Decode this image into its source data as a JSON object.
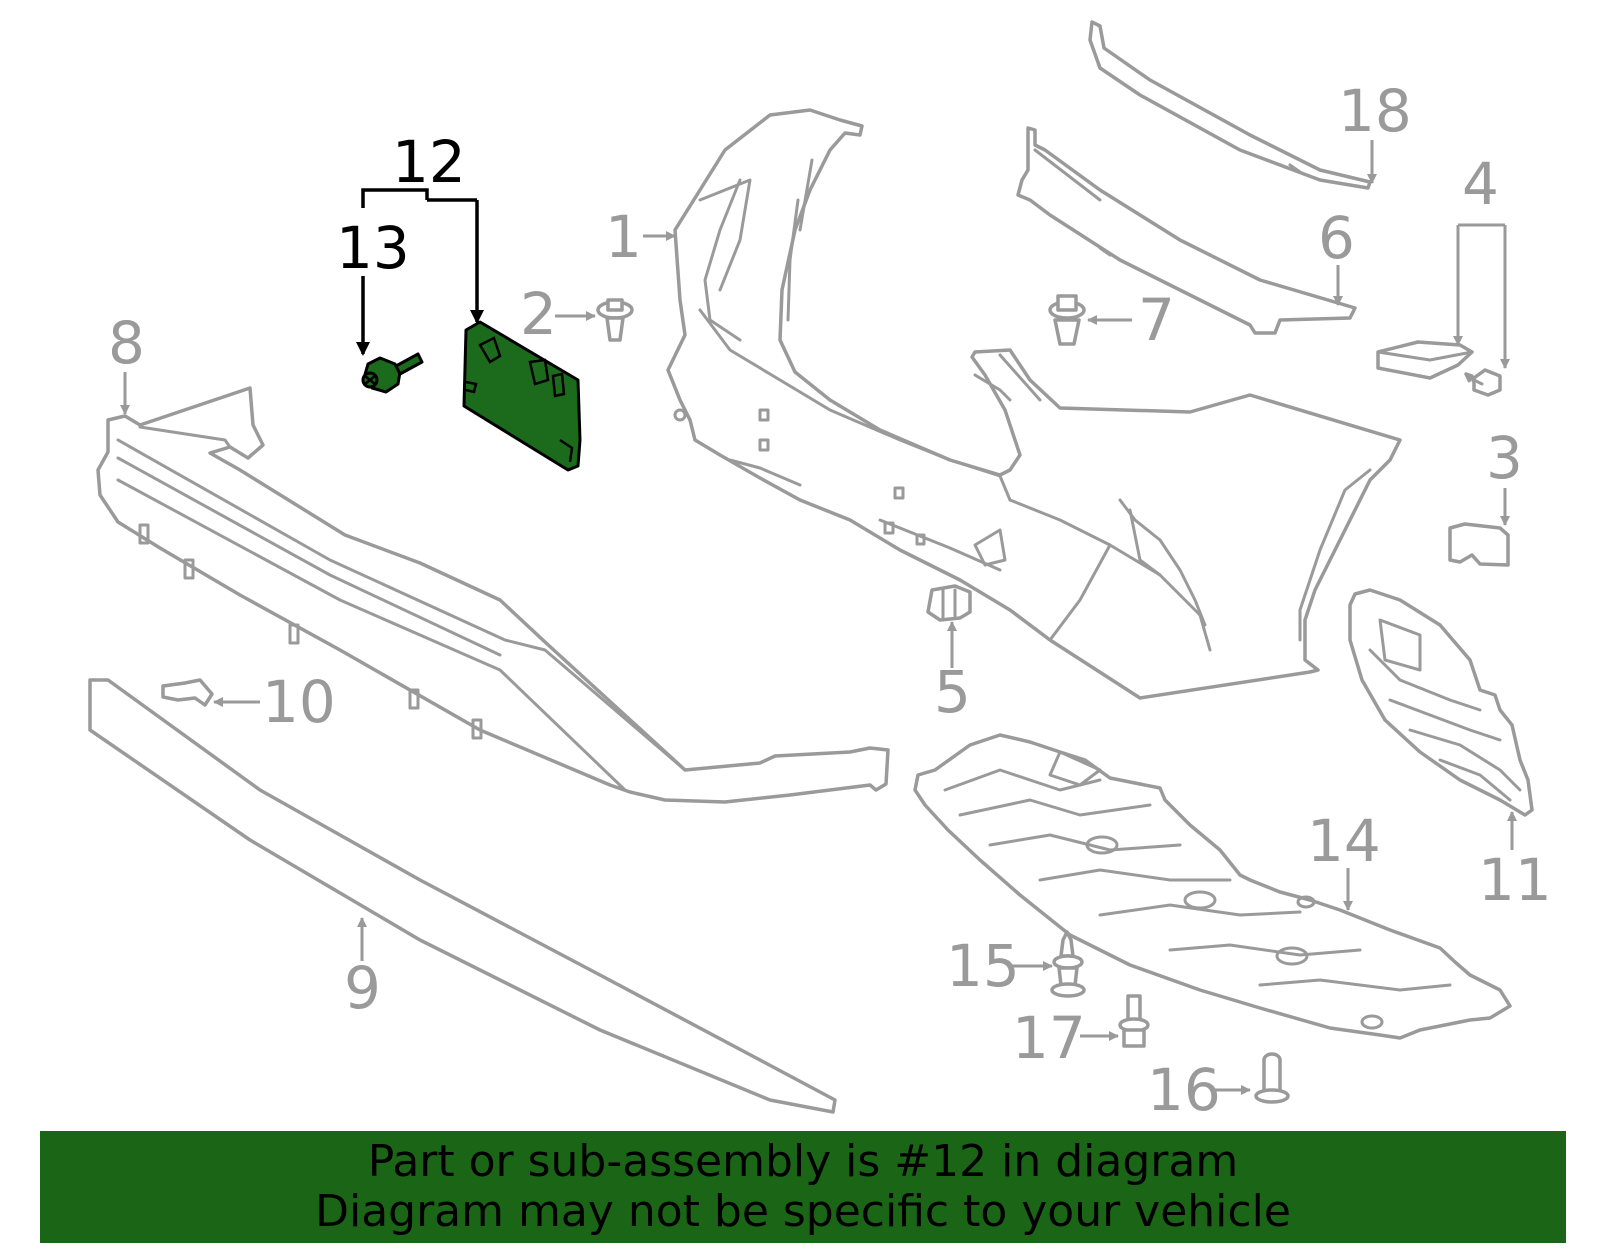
{
  "colors": {
    "highlight": "#1c6b1c",
    "footer_bg": "#1b6616",
    "part_outline": "#9a9a9a"
  },
  "callouts": {
    "c1": "1",
    "c2": "2",
    "c3": "3",
    "c4": "4",
    "c5": "5",
    "c6": "6",
    "c7": "7",
    "c8": "8",
    "c9": "9",
    "c10": "10",
    "c11": "11",
    "c12": "12",
    "c13": "13",
    "c14": "14",
    "c15": "15",
    "c16": "16",
    "c17": "17",
    "c18": "18"
  },
  "highlighted_part": "12",
  "footer": {
    "line1": "Part or sub-assembly is #12 in diagram",
    "line2": "Diagram may not be specific to your vehicle"
  }
}
